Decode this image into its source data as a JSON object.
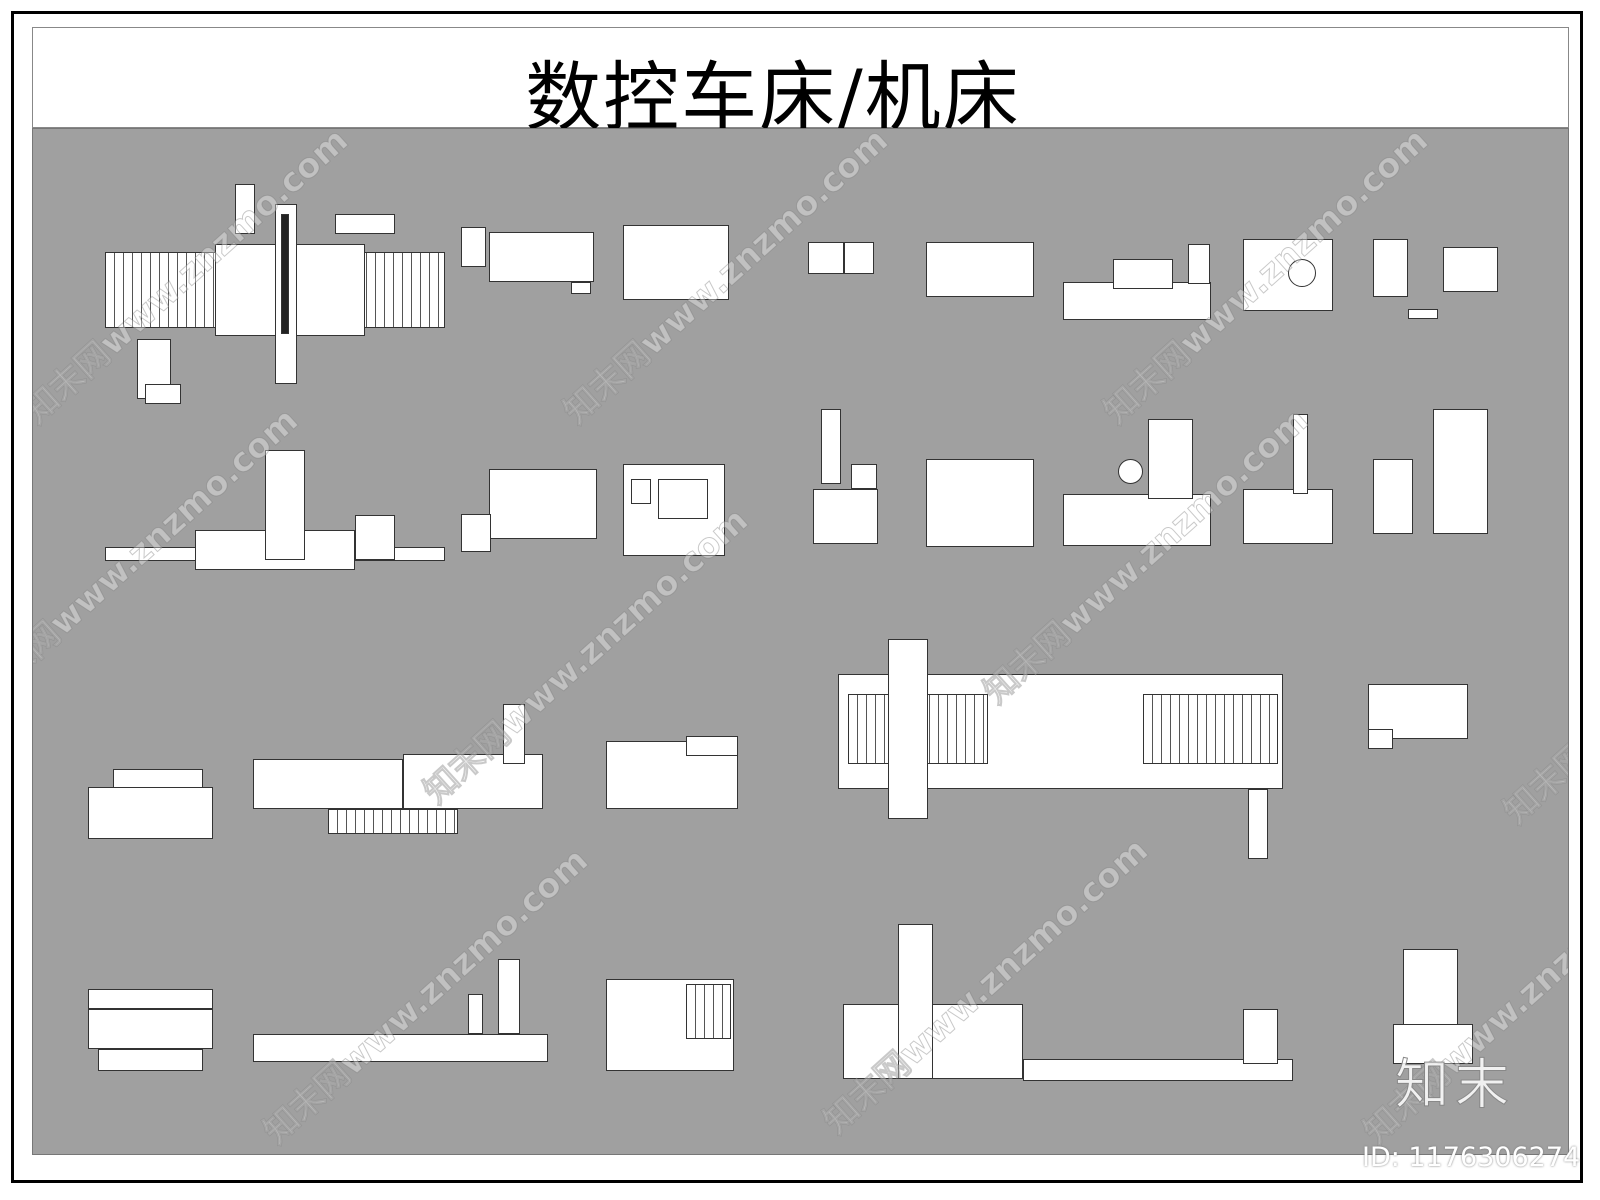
{
  "title": "数控车床/机床",
  "watermark": "知末网www.znzmo.com",
  "logo_text": "知末",
  "id_label": "ID: 1176306274",
  "colors": {
    "background": "#a0a0a0",
    "frame": "#000000",
    "drawing": "#ffffff"
  }
}
